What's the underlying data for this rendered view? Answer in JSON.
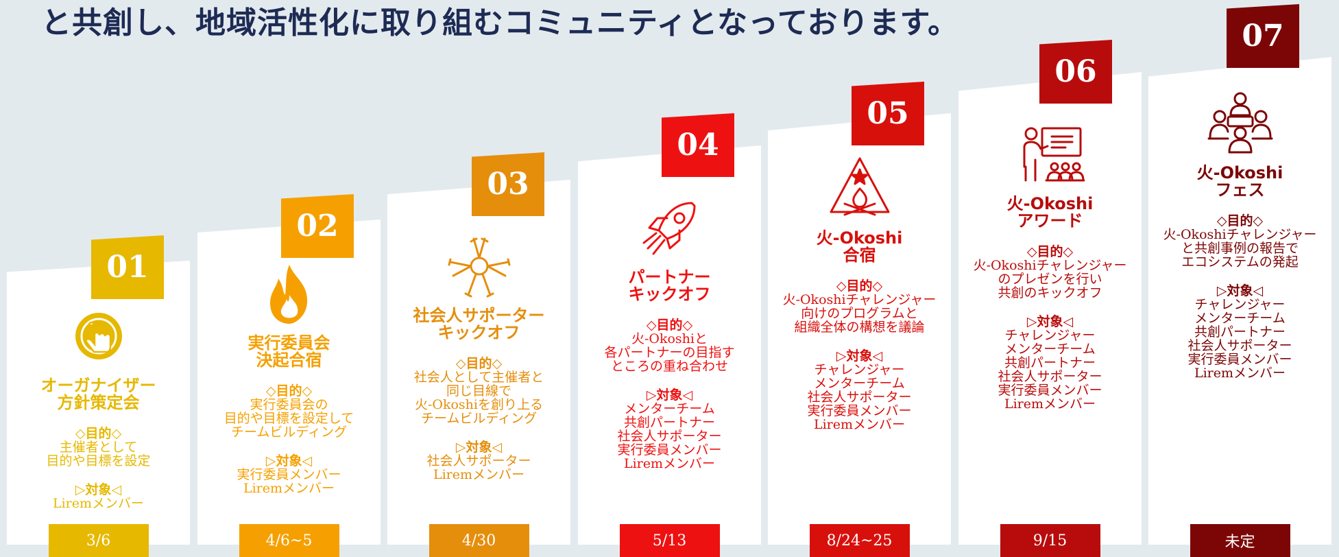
{
  "headline": "と共創し、地域活性化に取り組むコミュニティとなっております。",
  "cards": [
    {
      "number": "01",
      "icon": "touch-icon",
      "title": [
        "オーガナイザー",
        "方針策定会"
      ],
      "purpose_heading": "◇目的◇",
      "purpose": [
        "主催者として",
        "目的や目標を設定"
      ],
      "target_heading": "▷対象◁",
      "target": [
        "Liremメンバー"
      ],
      "date": "3/6",
      "color": "#e6b800"
    },
    {
      "number": "02",
      "icon": "flame-icon",
      "title": [
        "実行委員会",
        "決起合宿"
      ],
      "purpose_heading": "◇目的◇",
      "purpose": [
        "実行委員会の",
        "目的や目標を設定して",
        "チームビルディング"
      ],
      "target_heading": "▷対象◁",
      "target": [
        "実行委員メンバー",
        "Liremメンバー"
      ],
      "date": "4/6~5",
      "color": "#f5a000"
    },
    {
      "number": "03",
      "icon": "hands-together-icon",
      "title": [
        "社会人サポーター",
        "キックオフ"
      ],
      "purpose_heading": "◇目的◇",
      "purpose": [
        "社会人として主催者と",
        "同じ目線で",
        "火-Okoshiを創り上る",
        "チームビルディング"
      ],
      "target_heading": "▷対象◁",
      "target": [
        "社会人サポーター",
        "Liremメンバー"
      ],
      "date": "4/30",
      "color": "#e58e0c"
    },
    {
      "number": "04",
      "icon": "rocket-icon",
      "title": [
        "パートナー",
        "キックオフ"
      ],
      "purpose_heading": "◇目的◇",
      "purpose": [
        "火-Okoshiと",
        "各パートナーの目指す",
        "ところの重ね合わせ"
      ],
      "target_heading": "▷対象◁",
      "target": [
        "メンターチーム",
        "共創パートナー",
        "社会人サポーター",
        "実行委員メンバー",
        "Liremメンバー"
      ],
      "date": "5/13",
      "color": "#ee1111"
    },
    {
      "number": "05",
      "icon": "campfire-tent-icon",
      "title": [
        "火-Okoshi",
        "合宿"
      ],
      "purpose_heading": "◇目的◇",
      "purpose": [
        "火-Okoshiチャレンジャー",
        "向けのプログラムと",
        "組織全体の構想を議論"
      ],
      "target_heading": "▷対象◁",
      "target": [
        "チャレンジャー",
        "メンターチーム",
        "社会人サポーター",
        "実行委員メンバー",
        "Liremメンバー"
      ],
      "date": "8/24~25",
      "color": "#d8100c"
    },
    {
      "number": "06",
      "icon": "presentation-icon",
      "title": [
        "火-Okoshi",
        "アワード"
      ],
      "purpose_heading": "◇目的◇",
      "purpose": [
        "火-Okoshiチャレンジャー",
        "のプレゼンを行い",
        "共創のキックオフ"
      ],
      "target_heading": "▷対象◁",
      "target": [
        "チャレンジャー",
        "メンターチーム",
        "共創パートナー",
        "社会人サポーター",
        "実行委員メンバー",
        "Liremメンバー"
      ],
      "date": "9/15",
      "color": "#b80c0c"
    },
    {
      "number": "07",
      "icon": "meeting-icon",
      "title": [
        "火-Okoshi",
        "フェス"
      ],
      "purpose_heading": "◇目的◇",
      "purpose": [
        "火-Okoshiチャレンジャー",
        "と共創事例の報告で",
        "エコシステムの発起"
      ],
      "target_heading": "▷対象◁",
      "target": [
        "チャレンジャー",
        "メンターチーム",
        "共創パートナー",
        "社会人サポーター",
        "実行委員メンバー",
        "Liremメンバー"
      ],
      "date": "未定",
      "color": "#7c0606"
    }
  ]
}
